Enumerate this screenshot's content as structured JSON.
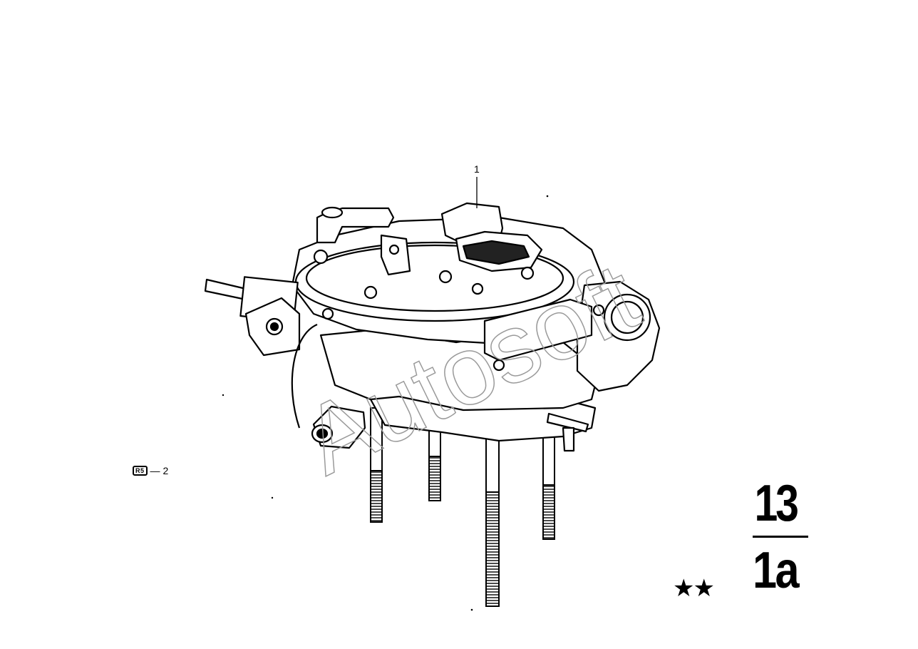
{
  "diagram": {
    "part_callout": "1",
    "reference_note": {
      "badge": "R5",
      "text": "2"
    },
    "group_number": "13",
    "subgroup_number": "1a",
    "marker": "★★",
    "watermark": "Autosoft"
  },
  "colors": {
    "ink": "#000000",
    "paper": "#ffffff",
    "watermark_stroke": "#9a9a9a"
  }
}
